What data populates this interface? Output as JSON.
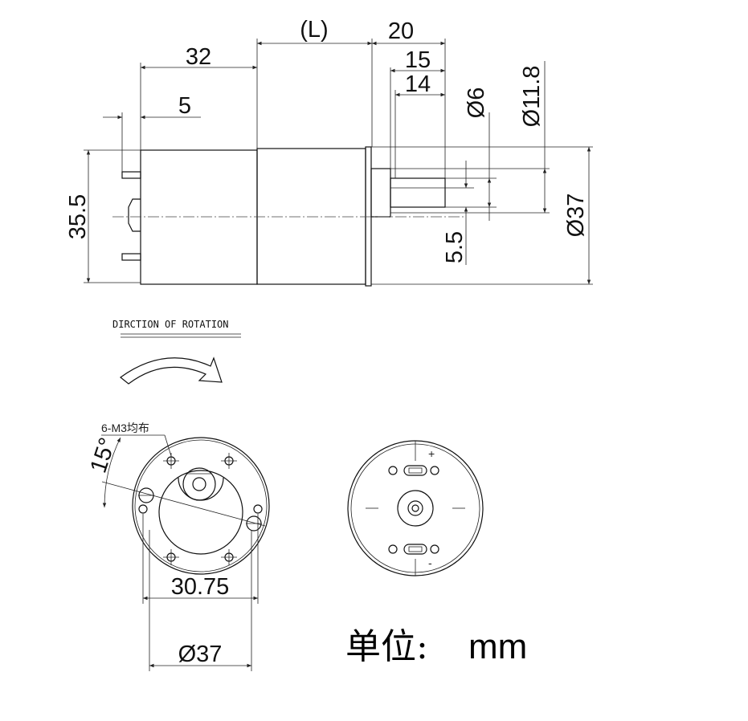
{
  "dimensions": {
    "length_L": "(L)",
    "gearbox_len": "32",
    "terminal_len": "5",
    "shaft_total": "20",
    "shaft_15": "15",
    "shaft_14": "14",
    "shaft_dia": "Ø6",
    "boss_dia": "Ø11.8",
    "height": "35.5",
    "flat": "5.5",
    "body_dia": "Ø37",
    "bolt_circle": "30.75",
    "front_dia": "Ø37",
    "angle": "15°",
    "holes": "6-M3均布"
  },
  "rotation_label": "DIRCTION OF ROTATION",
  "terminals": {
    "plus": "+",
    "minus": "-"
  },
  "unit_label": "单位:",
  "unit_value": "mm"
}
